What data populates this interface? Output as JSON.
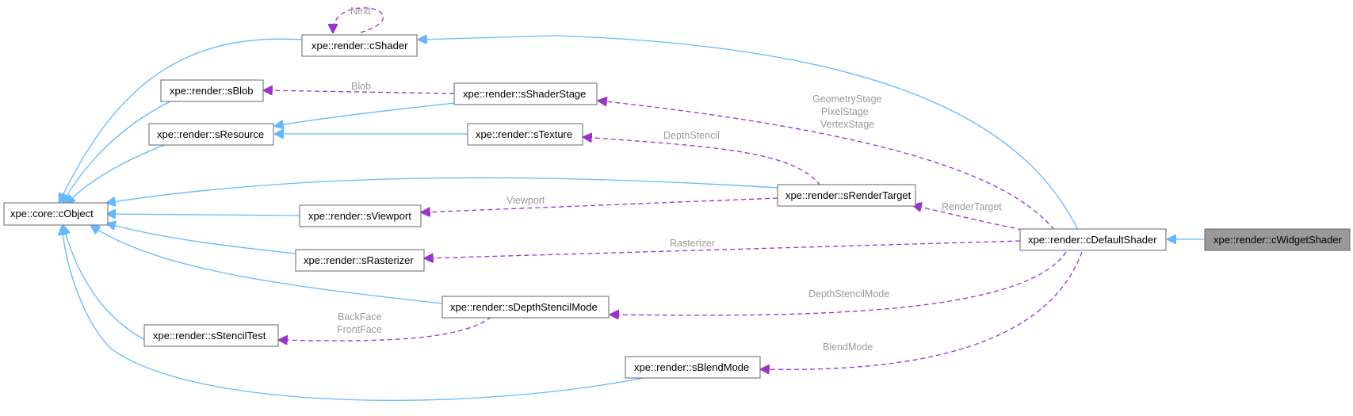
{
  "nodes": {
    "cWidgetShader": "xpe::render::cWidgetShader",
    "cDefaultShader": "xpe::render::cDefaultShader",
    "cShader": "xpe::render::cShader",
    "cObject": "xpe::core::cObject",
    "sBlob": "xpe::render::sBlob",
    "sResource": "xpe::render::sResource",
    "sShaderStage": "xpe::render::sShaderStage",
    "sTexture": "xpe::render::sTexture",
    "sRenderTarget": "xpe::render::sRenderTarget",
    "sViewport": "xpe::render::sViewport",
    "sRasterizer": "xpe::render::sRasterizer",
    "sDepthStencilMode": "xpe::render::sDepthStencilMode",
    "sStencilTest": "xpe::render::sStencilTest",
    "sBlendMode": "xpe::render::sBlendMode"
  },
  "edge_labels": {
    "next": "Next",
    "blob": "Blob",
    "stages_1": "GeometryStage",
    "stages_2": "PixelStage",
    "stages_3": "VertexStage",
    "depth_stencil": "DepthStencil",
    "viewport": "Viewport",
    "render_target": "RenderTarget",
    "rasterizer": "Rasterizer",
    "depth_stencil_mode": "DepthStencilMode",
    "back_face": "BackFace",
    "front_face": "FrontFace",
    "blend_mode": "BlendMode"
  },
  "colors": {
    "inheritance_edge": "#63b8ff",
    "usage_edge": "#9a32cd",
    "edge_label": "#9a9a9a",
    "focus_node_fill": "#999999",
    "node_border": "#666666"
  }
}
